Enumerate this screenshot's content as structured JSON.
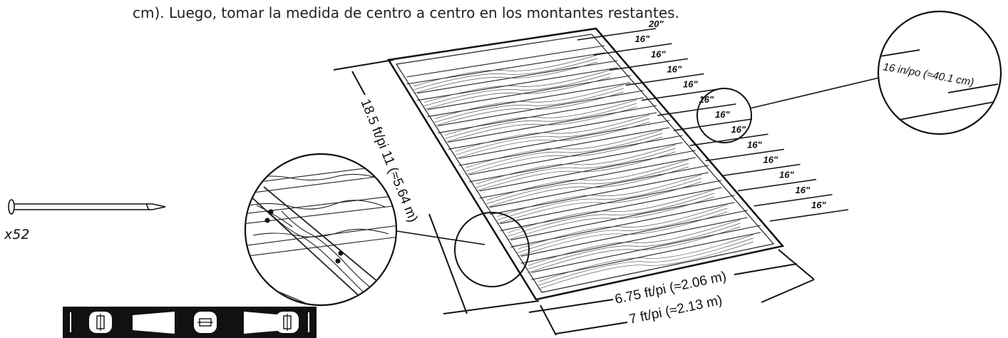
{
  "caption": "cm). Luego, tomar la medida de centro a centro en los montantes restantes.",
  "nail_count": "x52",
  "dimensions": {
    "length": "18.5 ft/pi 11 (≈5.64 m)",
    "inner_width": "6.75 ft/pi (≈2.06 m)",
    "outer_width": "7 ft/pi (≈2.13 m)",
    "zoom_spacing": "16 in/po (≈40.1 cm)"
  },
  "spacing_labels": [
    "20\"",
    "16\"",
    "16\"",
    "16\"",
    "16\"",
    "16\"",
    "16\"",
    "16\"",
    "16\"",
    "16\"",
    "16\"",
    "16\"",
    "16\""
  ],
  "icons": {
    "nail": "nail-icon",
    "level": "level-icon",
    "magnifier": "magnifier-circle"
  },
  "colors": {
    "ink": "#1a1a1a",
    "paper": "#ffffff"
  }
}
